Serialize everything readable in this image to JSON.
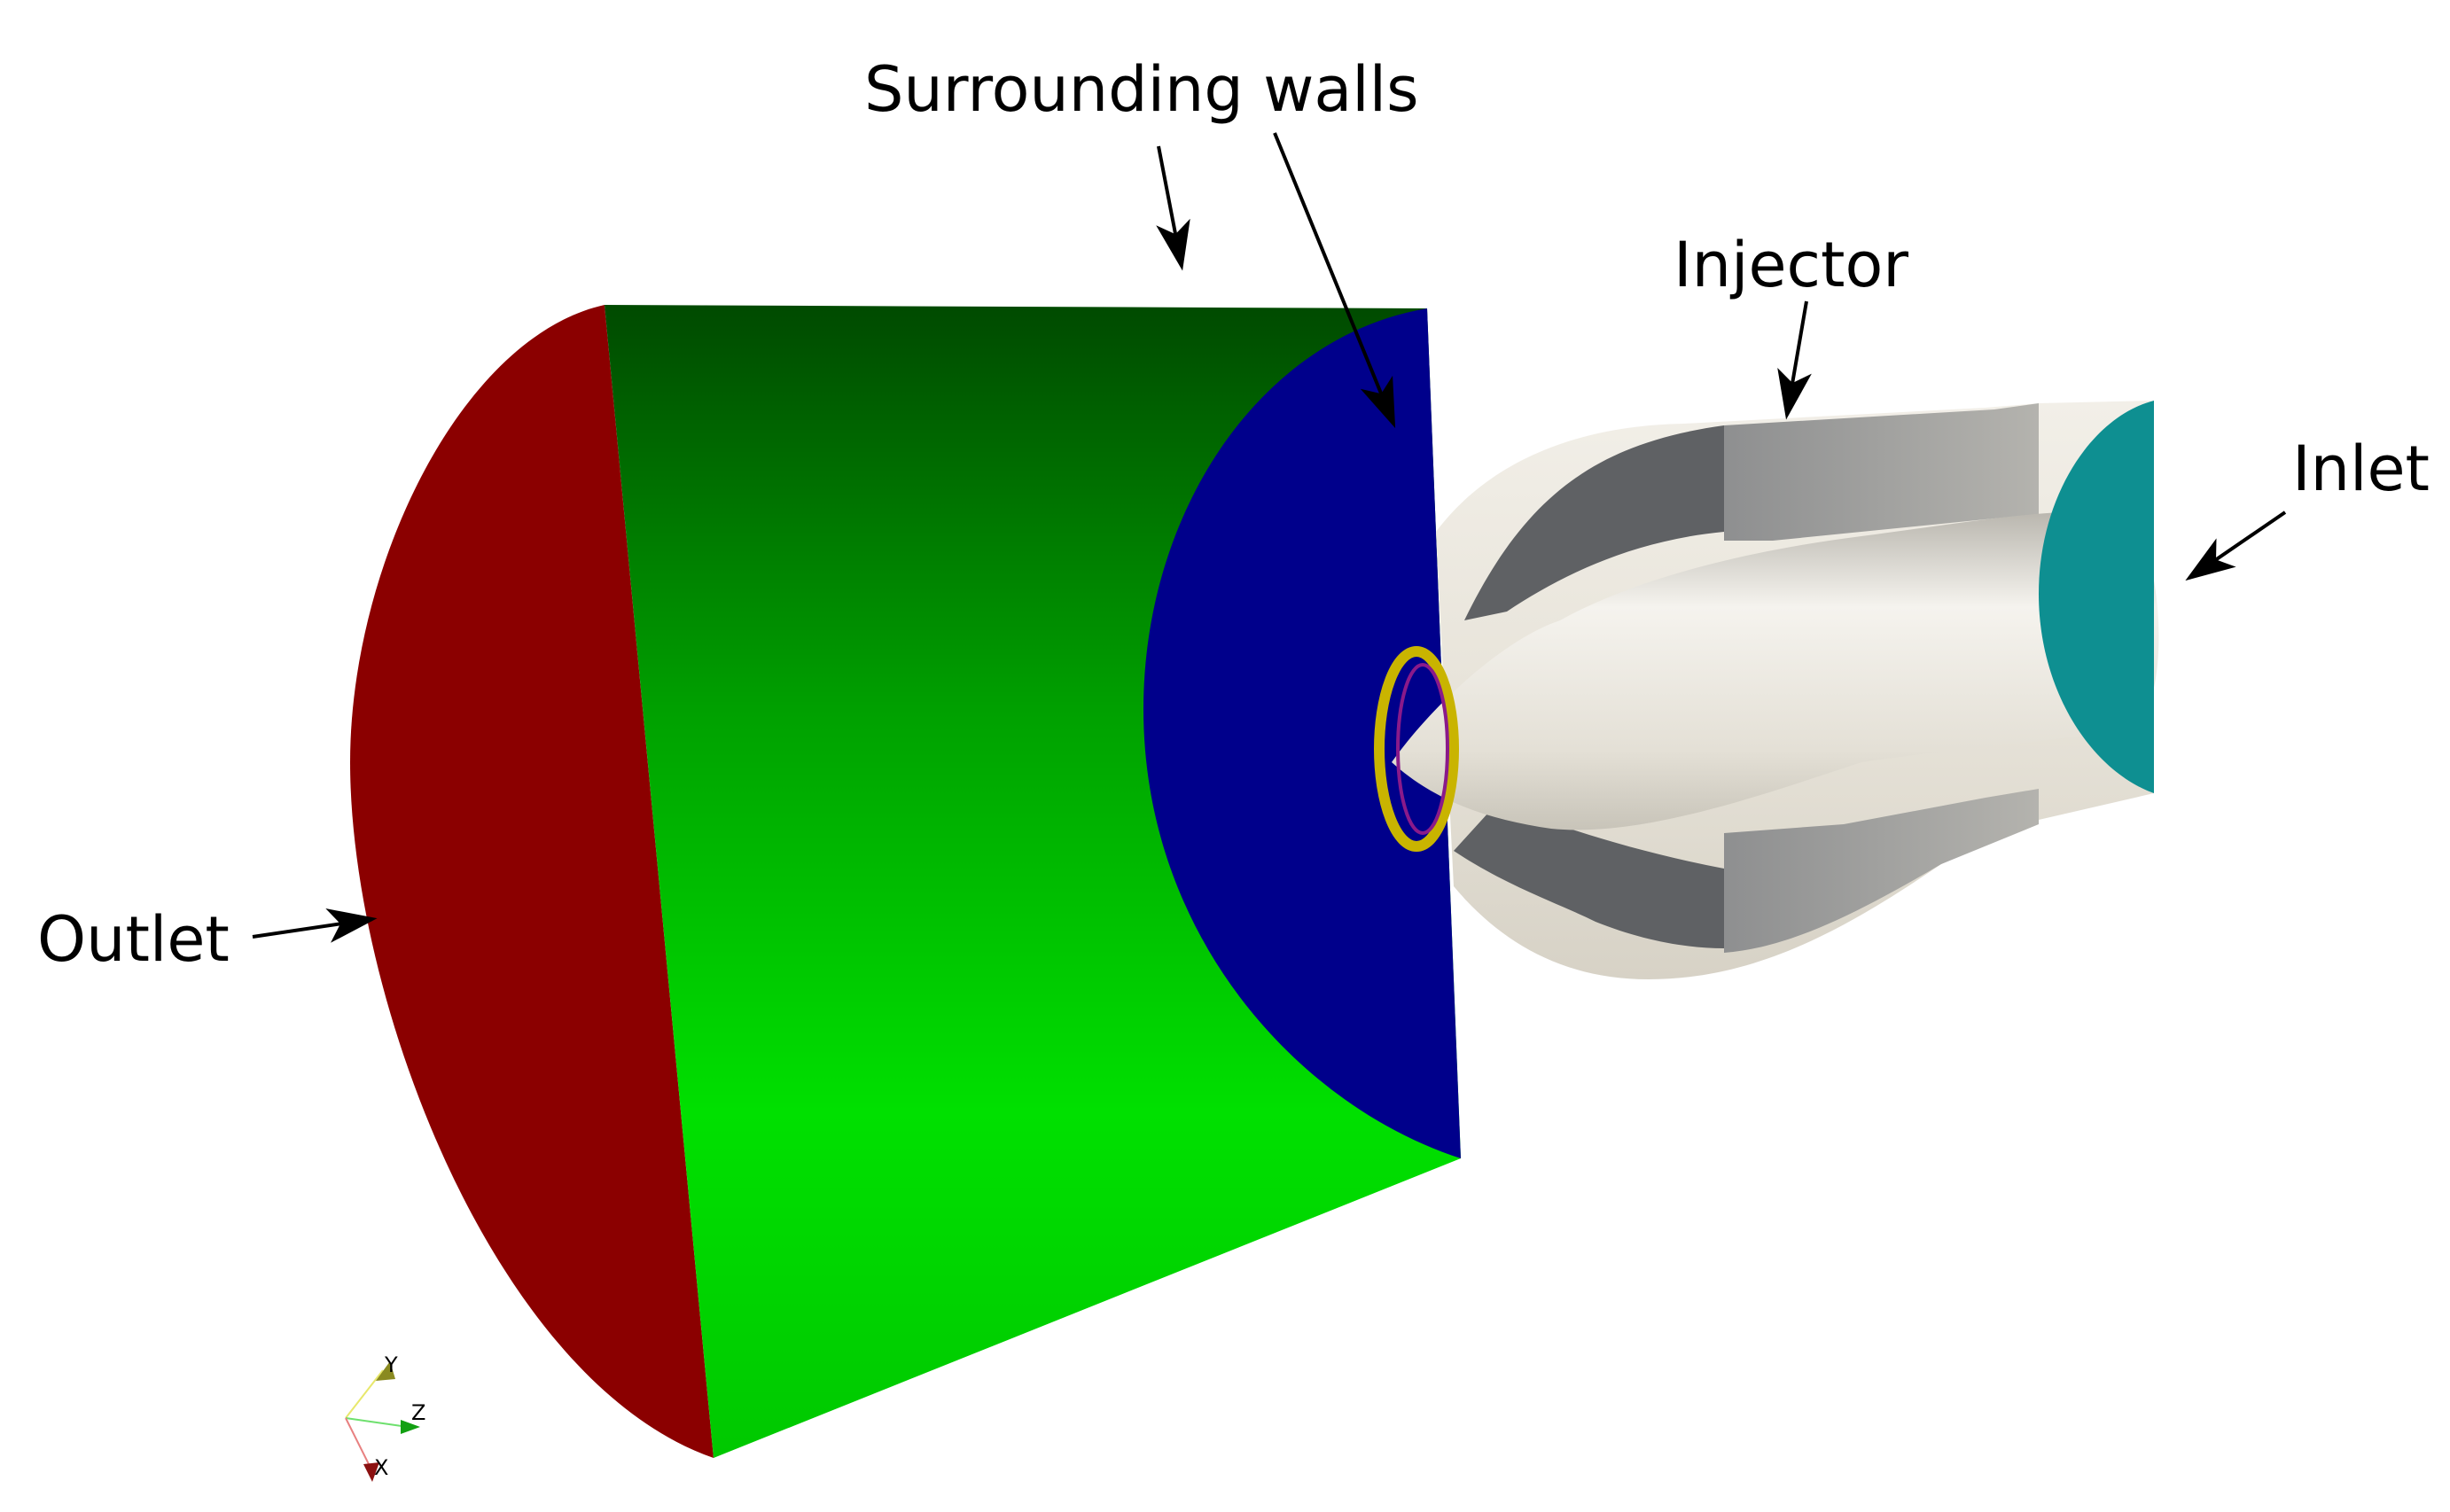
{
  "annotations": {
    "surrounding_walls": "Surrounding walls",
    "injector": "Injector",
    "inlet": "Inlet",
    "outlet": "Outlet"
  },
  "axes_triad": {
    "y": "Y",
    "z": "Z",
    "x": "X"
  },
  "colors": {
    "outlet": "#8b0000",
    "walls_dark": "#004a00",
    "walls_light": "#00e000",
    "walls_back": "#00008b",
    "inlet": "#0e8f91",
    "injector_light": "#e6e2d8",
    "injector_dark": "#5f6164",
    "nozzle_ring": "#c9b400"
  }
}
